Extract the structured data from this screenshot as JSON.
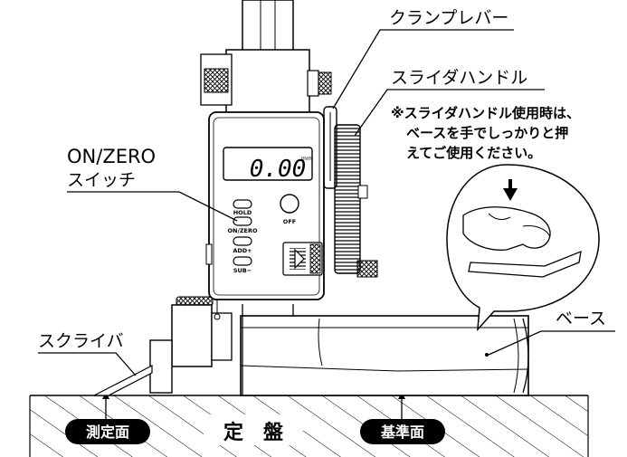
{
  "labels": {
    "clamp_lever": "クランプレバー",
    "slider_handle": "スライダハンドル",
    "note_line1": "※スライダハンドル使用時は、",
    "note_line2": "ベースを手でしっかりと押",
    "note_line3": "えてご使用ください。",
    "onzero_line1": "ON/ZERO",
    "onzero_line2": "スイッチ",
    "base": "ベース",
    "scriber": "スクライバ",
    "measuring_surface": "測定面",
    "surface_plate": "定　盤",
    "reference_surface": "基準面"
  },
  "display": {
    "reading": "0.00",
    "unit": "mm"
  },
  "buttons": {
    "hold": "HOLD",
    "onzero": "ON/ZERO",
    "add": "ADD+",
    "sub": "SUB−",
    "off": "OFF"
  }
}
